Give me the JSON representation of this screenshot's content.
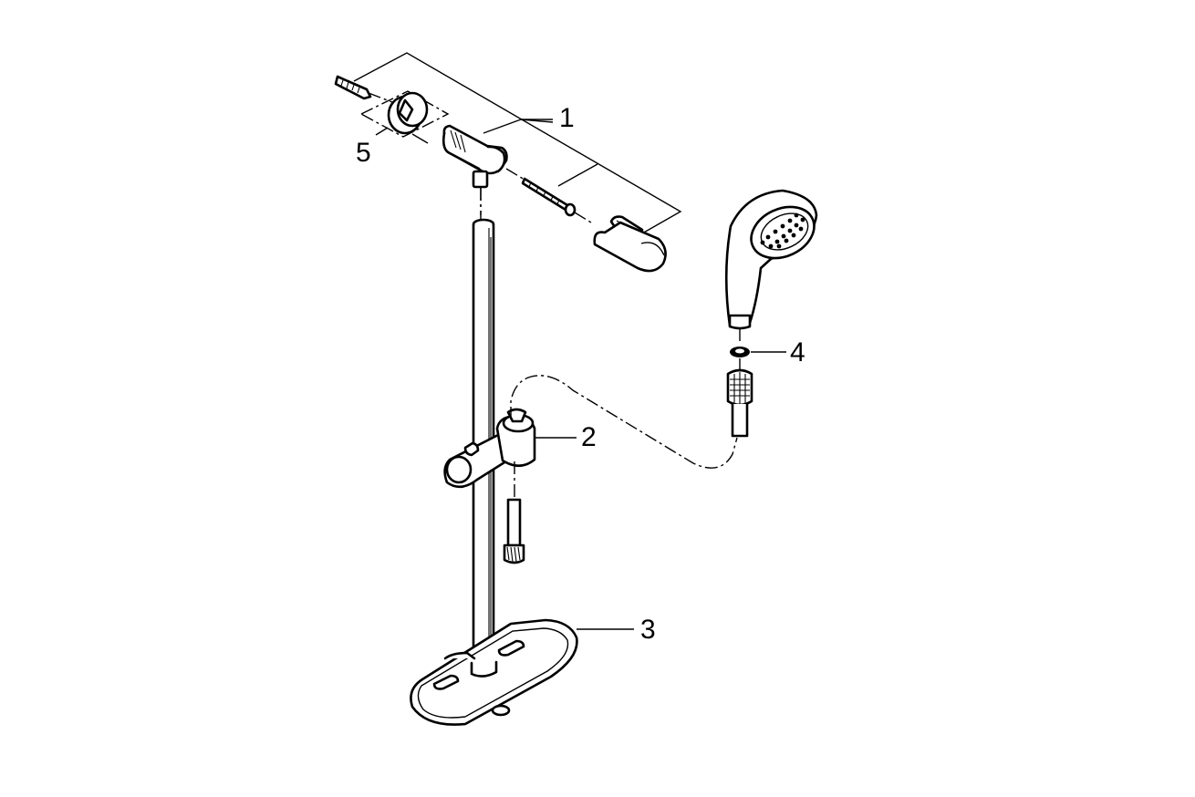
{
  "callouts": [
    {
      "id": "1",
      "label": "1",
      "part": "wall-bracket-kit"
    },
    {
      "id": "2",
      "label": "2",
      "part": "slider-holder"
    },
    {
      "id": "3",
      "label": "3",
      "part": "soap-dish-base"
    },
    {
      "id": "4",
      "label": "4",
      "part": "washer"
    },
    {
      "id": "5",
      "label": "5",
      "part": "wall-spacer"
    }
  ]
}
